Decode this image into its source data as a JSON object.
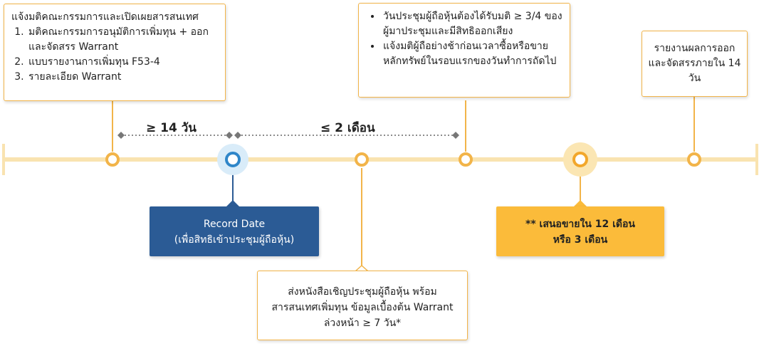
{
  "box_announce": {
    "title": "แจ้งมติคณะกรรมการและเปิดเผยสารสนเทศ",
    "items": [
      "มติคณะกรรมการอนุมัติการเพิ่มทุน + ออกและจัดสรร Warrant",
      "แบบรายงานการเพิ่มทุน F53-4",
      "รายละเอียด Warrant"
    ]
  },
  "box_meeting": {
    "items": [
      "วันประชุมผู้ถือหุ้นต้องได้รับมติ ≥ 3/4 ของผู้มาประชุมและมีสิทธิออกเสียง",
      "แจ้งมติผู้ถือย่างช้าก่อนเวลาซื้อหรือขายหลักทรัพย์ในรอบแรกของวันทำการถัดไป"
    ]
  },
  "box_report": {
    "text": "รายงานผลการออกและจัดสรรภายใน 14 วัน"
  },
  "box_record": {
    "line1": "Record Date",
    "line2": "(เพื่อสิทธิเข้าประชุมผู้ถือหุ้น)"
  },
  "box_invite": {
    "text": "ส่งหนังสือเชิญประชุมผู้ถือหุ้น พร้อมสารสนเทศเพิ่มทุน ข้อมูลเบื้องต้น Warrant ล่วงหน้า ≥ 7 วัน*"
  },
  "box_offer": {
    "line1": "** เสนอขายใน 12 เดือน",
    "line2": "หรือ 3 เดือน"
  },
  "intervals": {
    "first": "≥ 14 วัน",
    "second": "≤ 2 เดือน"
  },
  "colors": {
    "orange": "#f2b449",
    "timeline": "#f9e3b0",
    "navy": "#2b5b95",
    "record_dot": "#2f86c9",
    "offer_fill": "#fbbb3a",
    "dotted": "#666666"
  }
}
